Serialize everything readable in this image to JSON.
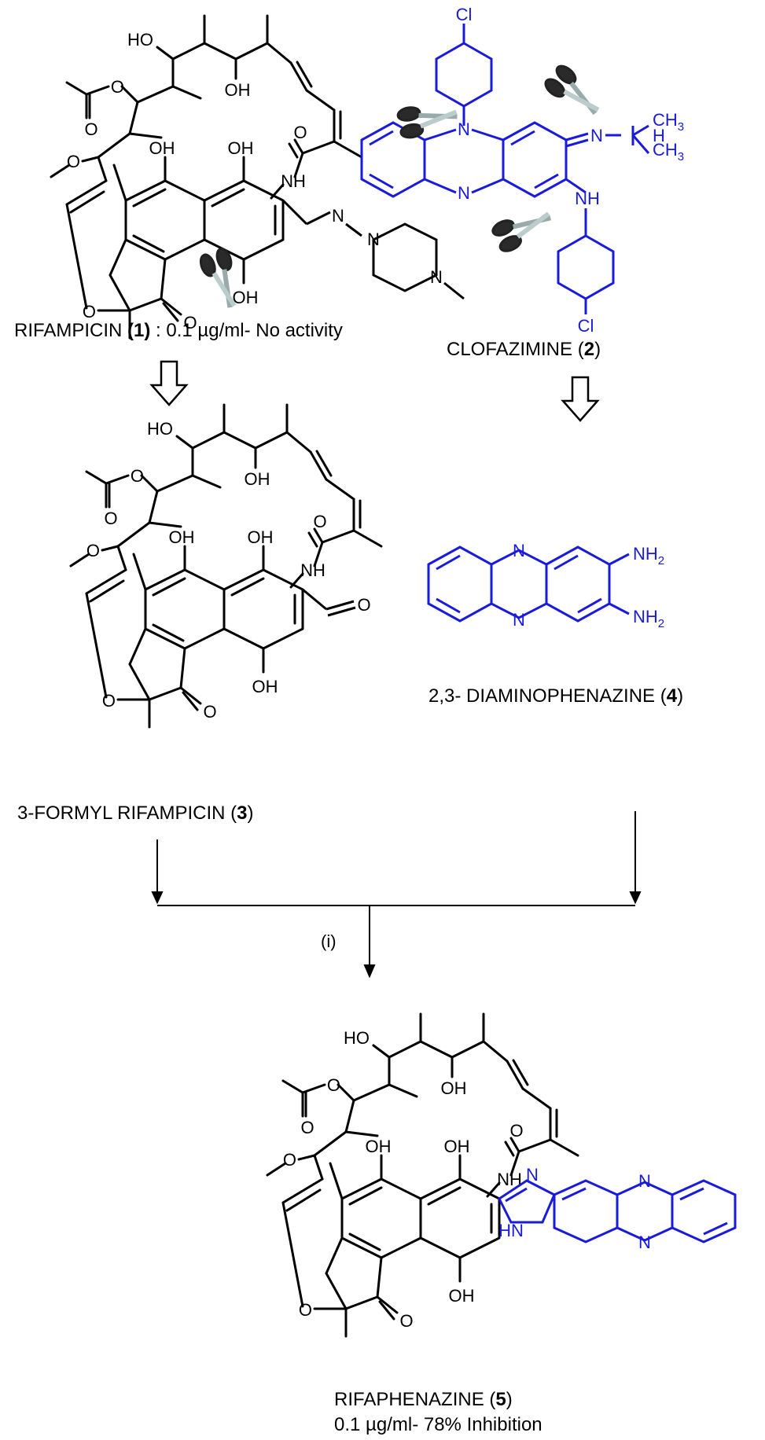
{
  "compounds": {
    "rifampicin": {
      "name": "RIFAMPICIN",
      "number": "1",
      "activity": " : 0.1 µg/ml- No activity"
    },
    "clofazimine": {
      "name": "CLOFAZIMINE",
      "number": "2"
    },
    "formyl_rifampicin": {
      "name": "3-FORMYL RIFAMPICIN",
      "number": "3"
    },
    "diaminophenazine": {
      "name": "2,3- DIAMINOPHENAZINE",
      "number": "4"
    },
    "rifaphenazine": {
      "name": "RIFAPHENAZINE",
      "number": "5",
      "activity": "0.1 µg/ml- 78% Inhibition"
    }
  },
  "reaction": {
    "condition": "(i)"
  },
  "atom_labels": {
    "OH": "OH",
    "HO": "HO",
    "O": "O",
    "N": "N",
    "NH": "NH",
    "HN": "HN",
    "Cl": "Cl",
    "CH3": "CH",
    "sub3": "3",
    "H": "H",
    "NH2": "NH",
    "sub2": "2"
  },
  "colors": {
    "skeleton": "#000000",
    "fragment": "#1a1adb",
    "scissors": "#333333"
  },
  "icons": [
    "scissors-icon",
    "hollow-down-arrow-icon"
  ]
}
